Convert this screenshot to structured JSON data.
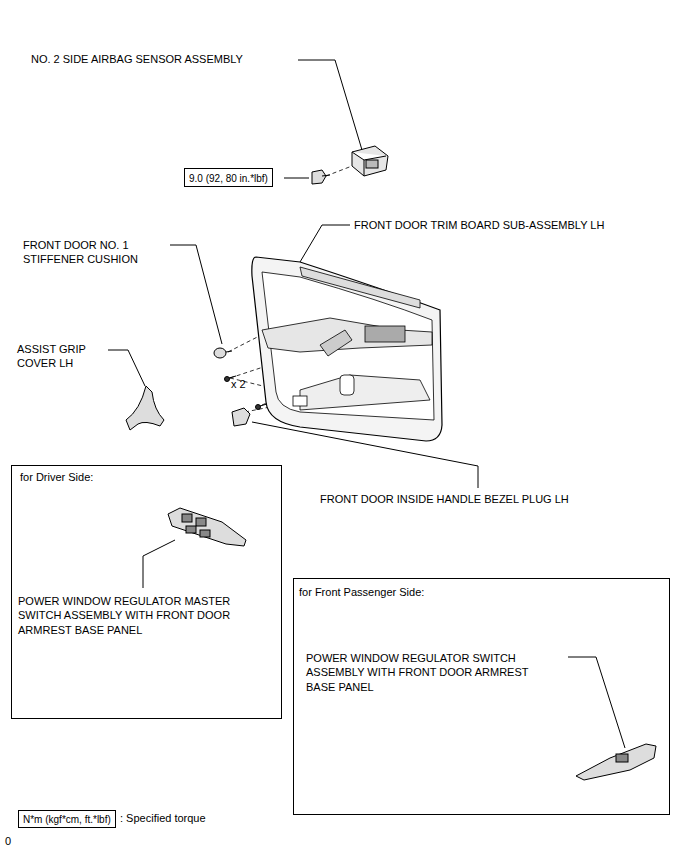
{
  "diagram": {
    "nodes": [
      {
        "text": [
          "9.0 (92, 80 in.*lbf)"
        ]
      },
      {
        "text": [
          "for Driver Side:",
          "POWER WINDOW REGULATOR MASTER SWITCH ASSEMBLY WITH FRONT DOOR ARMREST BASE PANEL"
        ]
      },
      {
        "text": [
          "for Front Passenger Side:",
          "POWER WINDOW REGULATOR SWITCH ASSEMBLY WITH FRONT DOOR ARMREST BASE PANEL"
        ]
      },
      {
        "text": [
          "N*m (kgf*cm, ft.*lbf)"
        ]
      }
    ],
    "labels": [
      "NO. 2 SIDE AIRBAG SENSOR ASSEMBLY",
      "FRONT DOOR TRIM BOARD SUB-ASSEMBLY LH",
      "FRONT DOOR NO. 1 STIFFENER CUSHION",
      "ASSIST GRIP COVER LH",
      "x 2",
      "FRONT DOOR INSIDE HANDLE BEZEL PLUG LH",
      ": Specified torque",
      "0"
    ]
  }
}
